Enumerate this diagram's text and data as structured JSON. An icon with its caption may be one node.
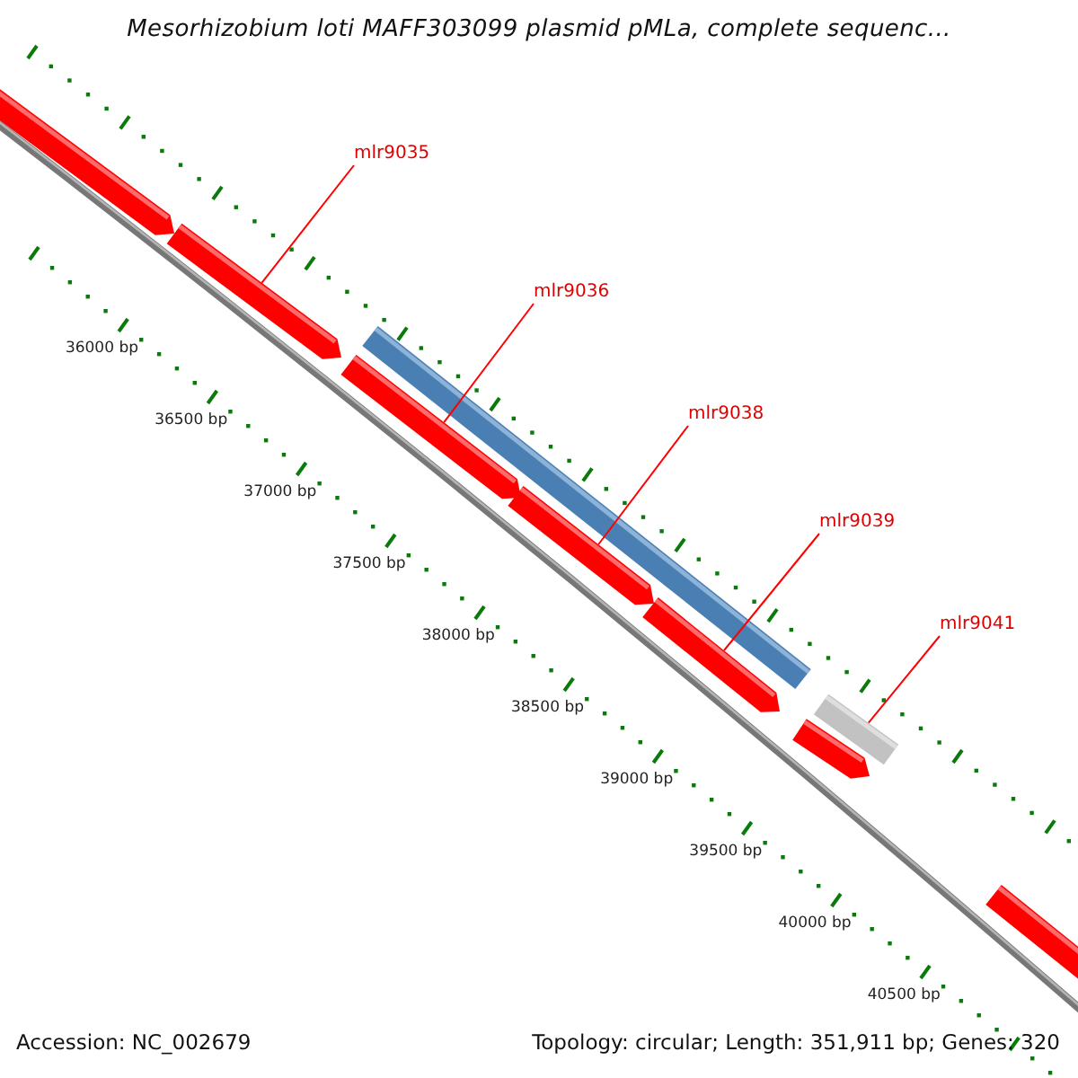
{
  "diagram": {
    "title": "Mesorhizobium loti MAFF303099 plasmid pMLa, complete sequenc...",
    "nodes": [
      {
        "text": [
          "mlr9035"
        ]
      },
      {
        "text": [
          "mlr9036"
        ]
      },
      {
        "text": [
          "mlr9038"
        ]
      },
      {
        "text": [
          "mlr9039"
        ]
      },
      {
        "text": [
          "mlr9041"
        ]
      },
      {
        "text": [],
        "shape": "arrow"
      },
      {
        "text": [],
        "shape": "arrow"
      },
      {
        "text": [],
        "shape": "bar"
      },
      {
        "text": [],
        "shape": "arrow"
      },
      {
        "text": [],
        "shape": "arrow"
      },
      {
        "text": [],
        "shape": "arrow"
      },
      {
        "text": [],
        "shape": "bar"
      },
      {
        "text": [],
        "shape": "arrow"
      },
      {
        "text": [],
        "shape": "arrow"
      }
    ],
    "edges": [
      {
        "from": 0,
        "to": 6,
        "arrow": "none"
      },
      {
        "from": 1,
        "to": 8,
        "arrow": "none"
      },
      {
        "from": 2,
        "to": 9,
        "arrow": "none"
      },
      {
        "from": 3,
        "to": 10,
        "arrow": "none"
      },
      {
        "from": 4,
        "to": 11,
        "arrow": "none"
      }
    ],
    "labels": [
      "36000 bp",
      "36500 bp",
      "37000 bp",
      "37500 bp",
      "38000 bp",
      "38500 bp",
      "39000 bp",
      "39500 bp",
      "40000 bp",
      "40500 bp",
      "Accession: NC_002679",
      "Topology: circular; Length: 351,911 bp; Genes: 320"
    ]
  }
}
